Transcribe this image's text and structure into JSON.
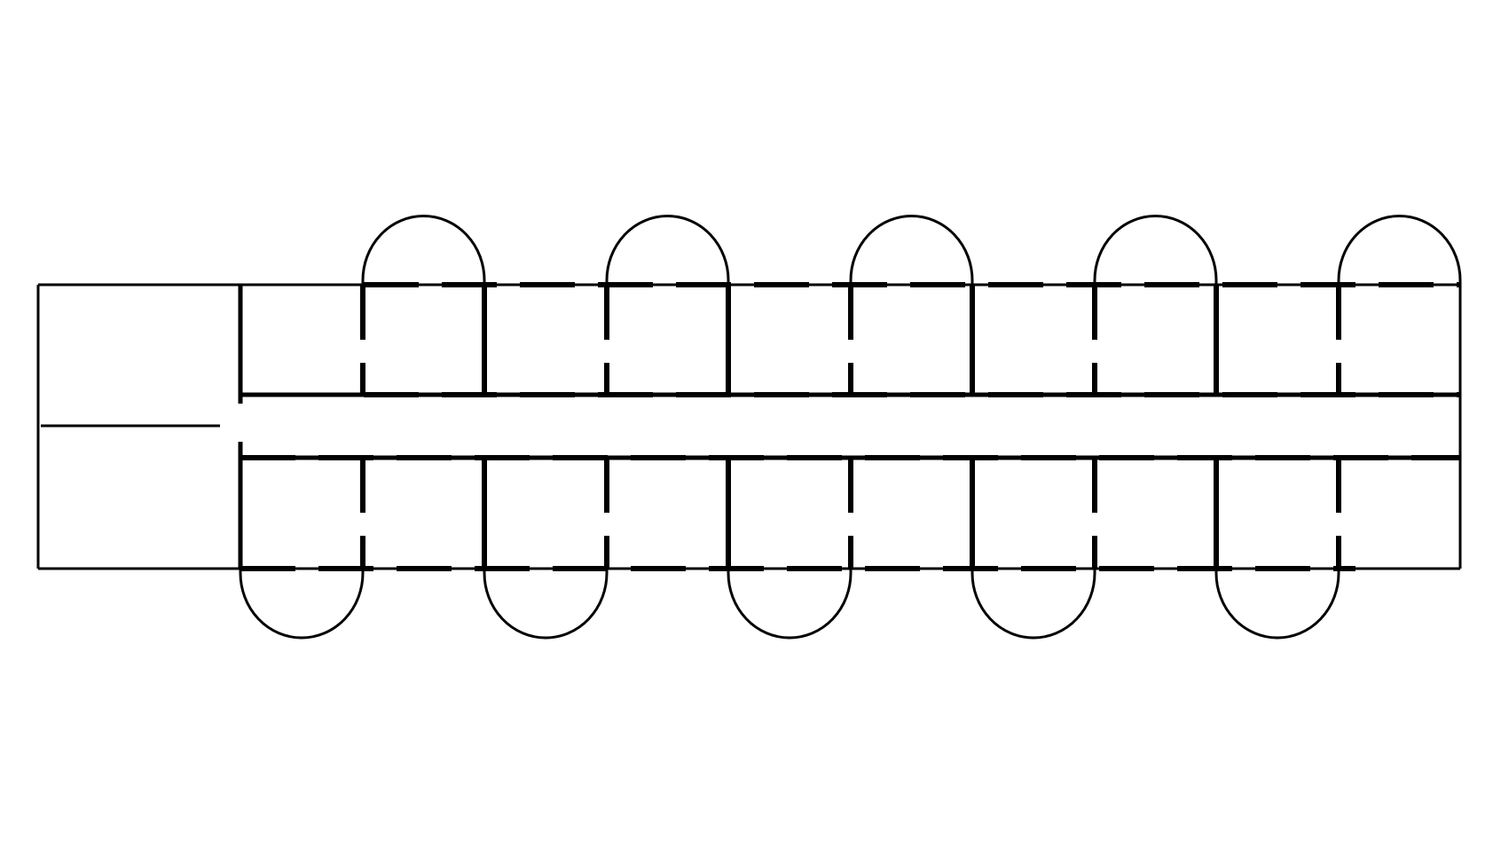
{
  "diagram": {
    "type": "template-net",
    "colors": {
      "background": "#ffffff",
      "stroke": "#000000"
    },
    "columns": 11,
    "top_tabs": 5,
    "bottom_tabs": 5,
    "components": [
      "outer-outline",
      "left-panel",
      "left-panel-slit",
      "upper-row-cells",
      "lower-row-cells",
      "center-strip",
      "top-tabs",
      "bottom-tabs",
      "fold-lines"
    ]
  }
}
